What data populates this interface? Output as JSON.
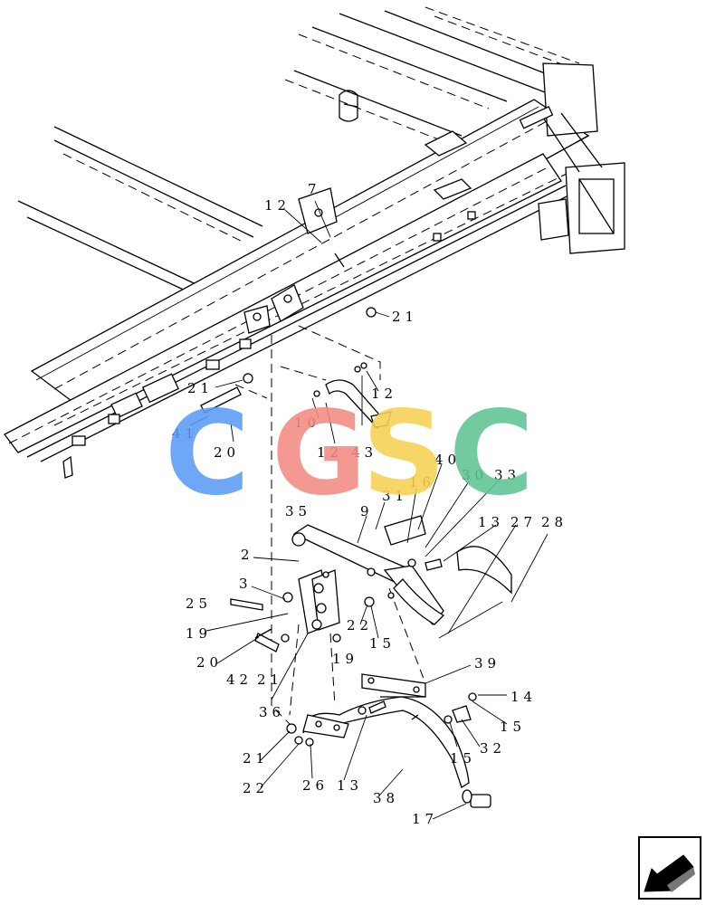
{
  "watermark": {
    "letters": [
      "C",
      "G",
      "S",
      "C"
    ],
    "colors": [
      "#5b9bf5",
      "#f28b82",
      "#f7d154",
      "#5fc493"
    ]
  },
  "callouts": [
    {
      "id": "c12a",
      "text": "12"
    },
    {
      "id": "c7",
      "text": "7"
    },
    {
      "id": "c21a",
      "text": "21"
    },
    {
      "id": "c21b",
      "text": "21"
    },
    {
      "id": "c12b",
      "text": "12"
    },
    {
      "id": "c10",
      "text": "10"
    },
    {
      "id": "c12c",
      "text": "12"
    },
    {
      "id": "c43",
      "text": "43"
    },
    {
      "id": "c41",
      "text": "41"
    },
    {
      "id": "c20a",
      "text": "20"
    },
    {
      "id": "c40",
      "text": "40"
    },
    {
      "id": "c16",
      "text": "16"
    },
    {
      "id": "c30",
      "text": "30"
    },
    {
      "id": "c33",
      "text": "33"
    },
    {
      "id": "c31",
      "text": "31"
    },
    {
      "id": "c35",
      "text": "35"
    },
    {
      "id": "c9",
      "text": "9"
    },
    {
      "id": "c13a",
      "text": "13"
    },
    {
      "id": "c27",
      "text": "27"
    },
    {
      "id": "c28",
      "text": "28"
    },
    {
      "id": "c2",
      "text": "2"
    },
    {
      "id": "c3",
      "text": "3"
    },
    {
      "id": "c25",
      "text": "25"
    },
    {
      "id": "c19a",
      "text": "19"
    },
    {
      "id": "c22a",
      "text": "22"
    },
    {
      "id": "c15a",
      "text": "15"
    },
    {
      "id": "c20b",
      "text": "20"
    },
    {
      "id": "c42",
      "text": "42"
    },
    {
      "id": "c21c",
      "text": "21"
    },
    {
      "id": "c19b",
      "text": "19"
    },
    {
      "id": "c39",
      "text": "39"
    },
    {
      "id": "c36",
      "text": "36"
    },
    {
      "id": "c14",
      "text": "14"
    },
    {
      "id": "c15b",
      "text": "15"
    },
    {
      "id": "c15c",
      "text": "15"
    },
    {
      "id": "c32",
      "text": "32"
    },
    {
      "id": "c21d",
      "text": "21"
    },
    {
      "id": "c22b",
      "text": "22"
    },
    {
      "id": "c26",
      "text": "26"
    },
    {
      "id": "c13b",
      "text": "13"
    },
    {
      "id": "c38",
      "text": "38"
    },
    {
      "id": "c17",
      "text": "17"
    }
  ],
  "nav_icon": "arrow-left-down-icon",
  "colors": {
    "line": "#000000",
    "background": "#ffffff"
  }
}
